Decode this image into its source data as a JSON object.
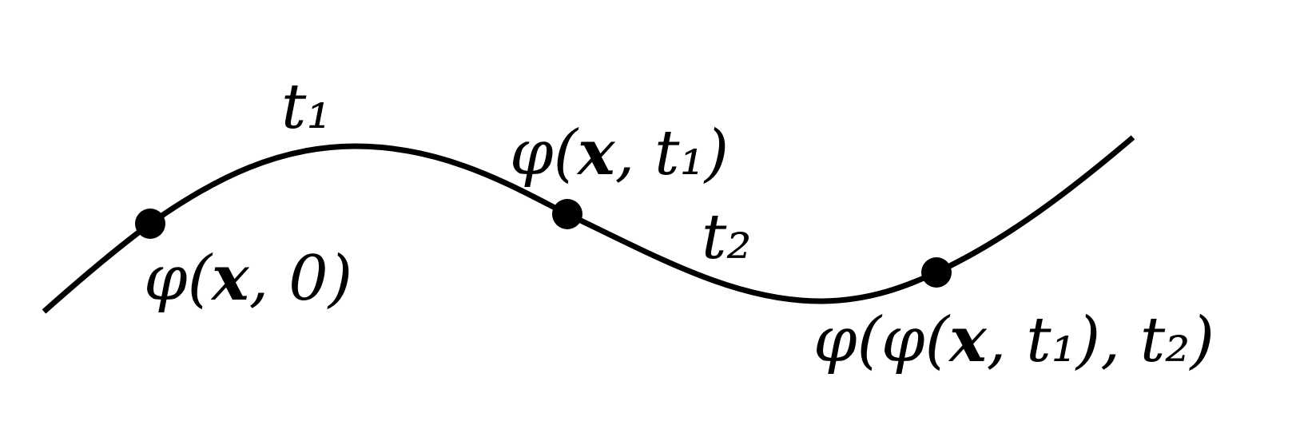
{
  "diagram": {
    "title": "Flow map composition along a trajectory",
    "colors": {
      "curve": "#000000",
      "points": "#000000",
      "background": "#ffffff"
    },
    "labels": {
      "t1": "t₁",
      "t2": "t₂",
      "phi_x_0": "φ(x, 0)",
      "phi_x_t1": "φ(x, t₁)",
      "phi_phi": "φ(φ(x, t₁), t₂)"
    },
    "points": [
      "phi_x_0",
      "phi_x_t1",
      "phi_phi"
    ]
  }
}
